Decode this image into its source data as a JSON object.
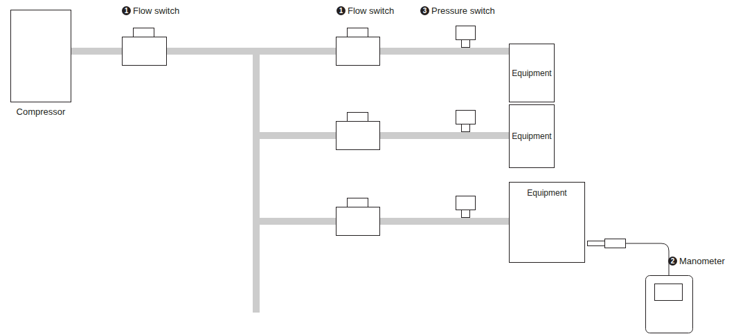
{
  "diagram": {
    "nodes": [
      {
        "text": [
          "Compressor"
        ]
      },
      {
        "text": [
          "Equipment"
        ]
      },
      {
        "text": [
          "Equipment"
        ]
      },
      {
        "text": [
          "Equipment"
        ]
      }
    ],
    "edges": [
      {
        "from": 0,
        "to": 1,
        "arrow": "none"
      },
      {
        "from": 0,
        "to": 2,
        "arrow": "none"
      },
      {
        "from": 0,
        "to": 3,
        "arrow": "none"
      }
    ],
    "labels": [
      "1",
      "Flow switch",
      "1",
      "Flow switch",
      "3",
      "Pressure switch",
      "2",
      "Manometer"
    ]
  }
}
